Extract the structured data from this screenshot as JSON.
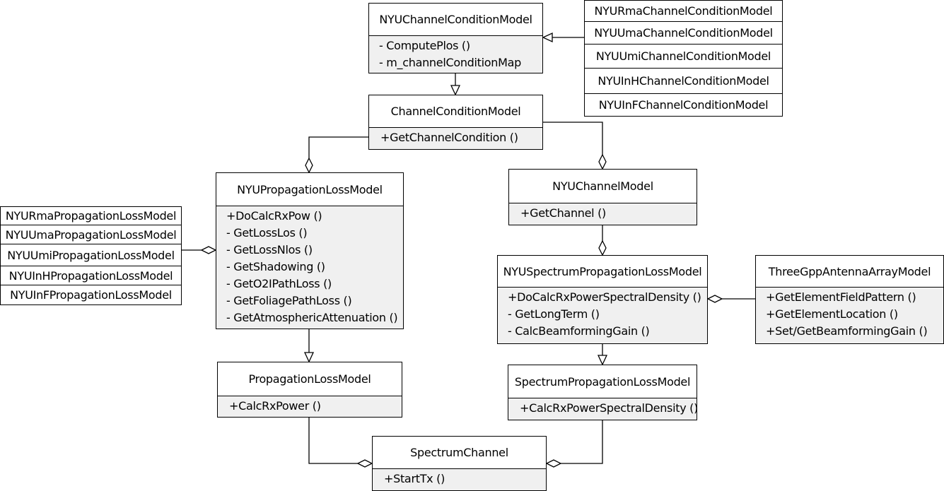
{
  "nyu_channel_condition_model": {
    "name": "NYUChannelConditionModel",
    "members": [
      "- ComputePlos ()",
      "- m_channelConditionMap"
    ]
  },
  "channel_condition_subclasses": [
    "NYURmaChannelConditionModel",
    "NYUUmaChannelConditionModel",
    "NYUUmiChannelConditionModel",
    "NYUInHChannelConditionModel",
    "NYUInFChannelConditionModel"
  ],
  "channel_condition_model": {
    "name": "ChannelConditionModel",
    "members": [
      "+GetChannelCondition ()"
    ]
  },
  "nyu_propagation_loss_model": {
    "name": "NYUPropagationLossModel",
    "members": [
      "+DoCalcRxPow ()",
      "- GetLossLos ()",
      "- GetLossNlos ()",
      "- GetShadowing ()",
      "- GetO2IPathLoss ()",
      "- GetFoliagePathLoss ()",
      "- GetAtmosphericAttenuation ()"
    ]
  },
  "propagation_loss_subclasses": [
    "NYURmaPropagationLossModel",
    "NYUUmaPropagationLossModel",
    "NYUUmiPropagationLossModel",
    "NYUInHPropagationLossModel",
    "NYUInFPropagationLossModel"
  ],
  "nyu_channel_model": {
    "name": "NYUChannelModel",
    "members": [
      "+GetChannel ()"
    ]
  },
  "nyu_spectrum_propagation_loss_model": {
    "name": "NYUSpectrumPropagationLossModel",
    "members": [
      "+DoCalcRxPowerSpectralDensity ()",
      "- GetLongTerm ()",
      "- CalcBeamformingGain ()"
    ]
  },
  "three_gpp_antenna_array_model": {
    "name": "ThreeGppAntennaArrayModel",
    "members": [
      "+GetElementFieldPattern ()",
      "+GetElementLocation ()",
      "+Set/GetBeamformingGain ()"
    ]
  },
  "propagation_loss_model": {
    "name": "PropagationLossModel",
    "members": [
      "+CalcRxPower ()"
    ]
  },
  "spectrum_propagation_loss_model": {
    "name": "SpectrumPropagationLossModel",
    "members": [
      "+CalcRxPowerSpectralDensity ()"
    ]
  },
  "spectrum_channel": {
    "name": "SpectrumChannel",
    "members": [
      "+StartTx ()"
    ]
  }
}
